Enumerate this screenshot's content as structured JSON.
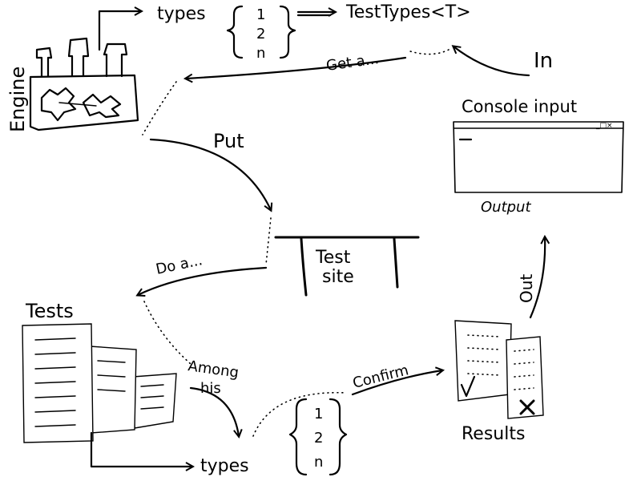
{
  "engine": {
    "label": "Engine"
  },
  "top": {
    "types_label": "types",
    "type_items": [
      "1",
      "2",
      "n"
    ],
    "target_label": "TestTypes<T>"
  },
  "edges": {
    "get": "Get a...",
    "in": "In",
    "put": "Put",
    "do": "Do a...",
    "among": "Among",
    "his": "his",
    "confirm": "Confirm",
    "out": "Out"
  },
  "console": {
    "title": "Console input",
    "output_label": "Output"
  },
  "test_site": {
    "line1": "Test",
    "line2": "site"
  },
  "tests": {
    "label": "Tests"
  },
  "results": {
    "label": "Results"
  },
  "bottom": {
    "types_label": "types",
    "type_items": [
      "1",
      "2",
      "n"
    ]
  }
}
